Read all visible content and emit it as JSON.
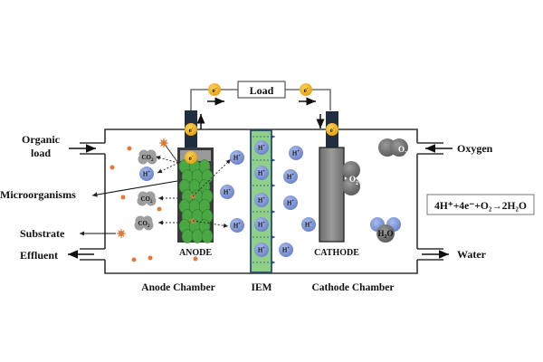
{
  "circuit": {
    "load_label": "Load",
    "electron_label": "e",
    "electron_charge": "-"
  },
  "inputs": {
    "organic_load_line1": "Organic",
    "organic_load_line2": "load",
    "oxygen": "Oxygen"
  },
  "outputs": {
    "effluent": "Effluent",
    "water": "Water"
  },
  "side_labels": {
    "microorganisms": "Microorganisms",
    "substrate": "Substrate"
  },
  "electrodes": {
    "anode": "ANODE",
    "cathode": "CATHODE"
  },
  "chambers": {
    "anode_chamber": "Anode Chamber",
    "iem": "IEM",
    "cathode_chamber": "Cathode Chamber"
  },
  "species": {
    "proton": "H",
    "proton_charge": "+",
    "co2": "CO",
    "co2_sub": "2",
    "o2": "O",
    "o2_sub": "2",
    "water_h": "H",
    "water_sub": "2",
    "water_o": "O"
  },
  "equation": {
    "text": "4H⁺+4e⁻+O₂→2H₂O"
  },
  "colors": {
    "electron": "#f2b31f",
    "proton": "#7b93d6",
    "membrane": "#8fd18a",
    "membrane_border": "#2d4b6e",
    "biofilm": "#4aa844",
    "electrode_dark": "#1f2e40",
    "cathode_gray": "#7a7a7a",
    "gas_gray": "#6e6e6e",
    "substrate": "#e07a3c"
  }
}
